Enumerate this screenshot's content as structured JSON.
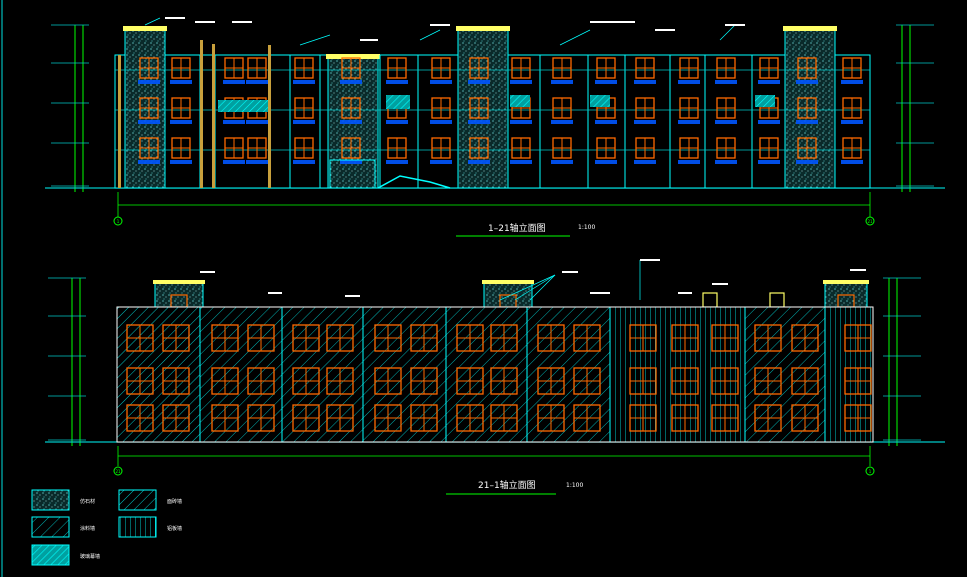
{
  "drawing": {
    "bg": "#000000",
    "frame_color": "#00e0e0",
    "top_title": "1–21轴立面图",
    "top_scale": "1:100",
    "bottom_title": "21–1轴立面图",
    "bottom_scale": "1:100",
    "axis_start_top": "1",
    "axis_end_top": "21",
    "axis_start_bottom": "21",
    "axis_end_bottom": "1"
  },
  "legend": [
    {
      "pattern": "stone",
      "label": "仿石材"
    },
    {
      "pattern": "hatch-brown",
      "label": "面砖墙"
    },
    {
      "pattern": "hatch-gray",
      "label": "涂料墙"
    },
    {
      "pattern": "vlines",
      "label": "铝板墙"
    },
    {
      "pattern": "hatch-cyan",
      "label": "玻璃幕墙"
    }
  ],
  "colors": {
    "cyan": "#00ffff",
    "teal": "#00c8c8",
    "green": "#00ff00",
    "yellow": "#ffff66",
    "window": "#ff6a00",
    "blue": "#0055ff",
    "white": "#ffffff"
  }
}
